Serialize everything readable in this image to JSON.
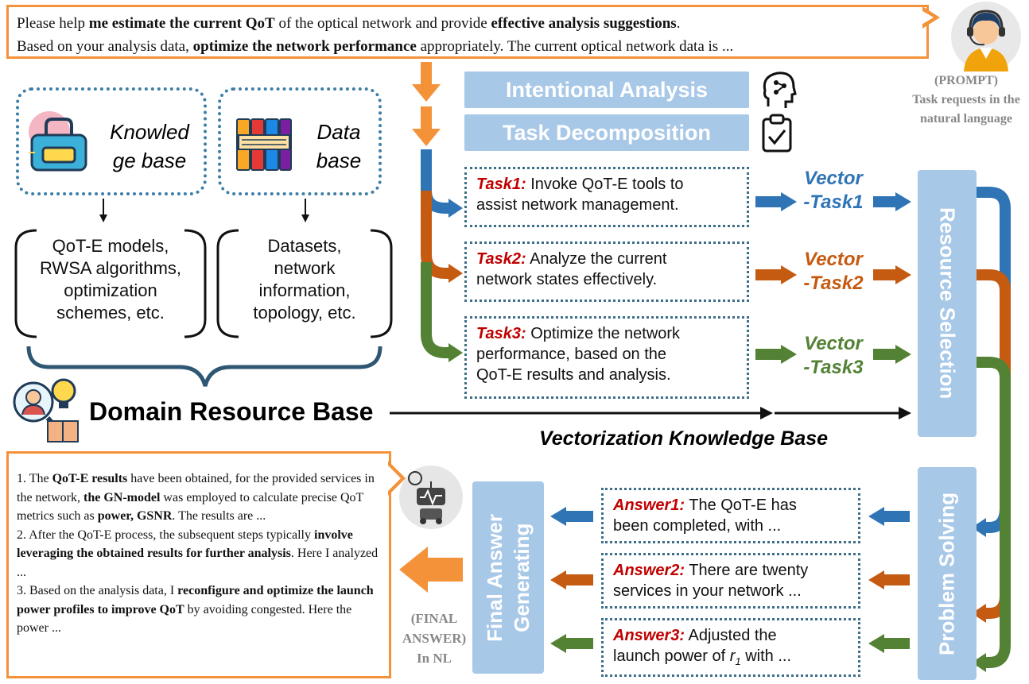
{
  "prompt": {
    "line1": [
      {
        "t": "Please help ",
        "b": false
      },
      {
        "t": "me estimate the current QoT",
        "b": true
      },
      {
        "t": " of the optical network and provide ",
        "b": false
      },
      {
        "t": "effective analysis suggestions",
        "b": true
      },
      {
        "t": ".",
        "b": false
      }
    ],
    "line2": [
      {
        "t": "Based on your analysis data, ",
        "b": false
      },
      {
        "t": "optimize the network performance",
        "b": true
      },
      {
        "t": " appropriately. The current optical network data is ...",
        "b": false
      }
    ],
    "side_label_1": "(PROMPT)",
    "side_label_2": "Task requests in the",
    "side_label_3": "natural language"
  },
  "steps": {
    "intentional": "Intentional Analysis",
    "decomposition": "Task Decomposition"
  },
  "knowledge": {
    "kb_title_1": "Knowled",
    "kb_title_2": "ge base",
    "db_title_1": "Data",
    "db_title_2": "base",
    "kb_items": [
      "QoT-E models,",
      "RWSA algorithms,",
      "optimization",
      "schemes, etc."
    ],
    "db_items": [
      "Datasets,",
      "network",
      "information,",
      "topology, etc."
    ],
    "domain": "Domain Resource Base",
    "vector_kb": "Vectorization Knowledge Base"
  },
  "tasks": [
    {
      "label": "Task1:",
      "text1": " Invoke QoT-E tools to",
      "text2": "assist network management.",
      "text3": "",
      "vec1": "Vector",
      "vec2": "-Task1",
      "color": "#2f74b5"
    },
    {
      "label": "Task2:",
      "text1": " Analyze the current",
      "text2": "network states effectively.",
      "text3": "",
      "vec1": "Vector",
      "vec2": "-Task2",
      "color": "#c55a11"
    },
    {
      "label": "Task3:",
      "text1": " Optimize the network",
      "text2": "performance, based on the",
      "text3": "QoT-E results and analysis.",
      "vec1": "Vector",
      "vec2": "-Task3",
      "color": "#548235"
    }
  ],
  "resource_selection": "Resource Selection",
  "problem_solving": "Problem Solving",
  "final_generating_1": "Final Answer",
  "final_generating_2": "Generating",
  "answers": [
    {
      "label": "Answer1:",
      "text1": " The QoT-E has",
      "text2": "been completed, with ..."
    },
    {
      "label": "Answer2:",
      "text1": " There are twenty",
      "text2": "services in your network ..."
    },
    {
      "label": "Answer3:",
      "text1": " Adjusted the",
      "text2_pre": "launch power of ",
      "text2_var": "r",
      "text2_sub": "1",
      "text2_post": " with ..."
    }
  ],
  "final_answer": {
    "side_1": "(FINAL",
    "side_2": "ANSWER)",
    "side_3": "In NL",
    "p1": [
      {
        "t": "1. The ",
        "b": false
      },
      {
        "t": "QoT-E results",
        "b": true
      },
      {
        "t": " have been obtained, for the provided services in the network, ",
        "b": false
      },
      {
        "t": "the GN-model",
        "b": true
      },
      {
        "t": " was employed to calculate precise QoT metrics such as ",
        "b": false
      },
      {
        "t": "power, GSNR",
        "b": true
      },
      {
        "t": ". The results are ...",
        "b": false
      }
    ],
    "p2": [
      {
        "t": "2. After the QoT-E process, the subsequent steps typically ",
        "b": false
      },
      {
        "t": "involve leveraging the obtained results for further analysis",
        "b": true
      },
      {
        "t": ". Here I analyzed ...",
        "b": false
      }
    ],
    "p3": [
      {
        "t": "3. Based on the analysis data, I ",
        "b": false
      },
      {
        "t": "reconfigure and optimize the launch power profiles to improve QoT",
        "b": true
      },
      {
        "t": " by avoiding congested. Here the power ...",
        "b": false
      }
    ]
  },
  "colors": {
    "orange": "#f4923a",
    "blue": "#2f74b5",
    "brown": "#c55a11",
    "green": "#548235",
    "lightblue": "#a8c8e8"
  }
}
